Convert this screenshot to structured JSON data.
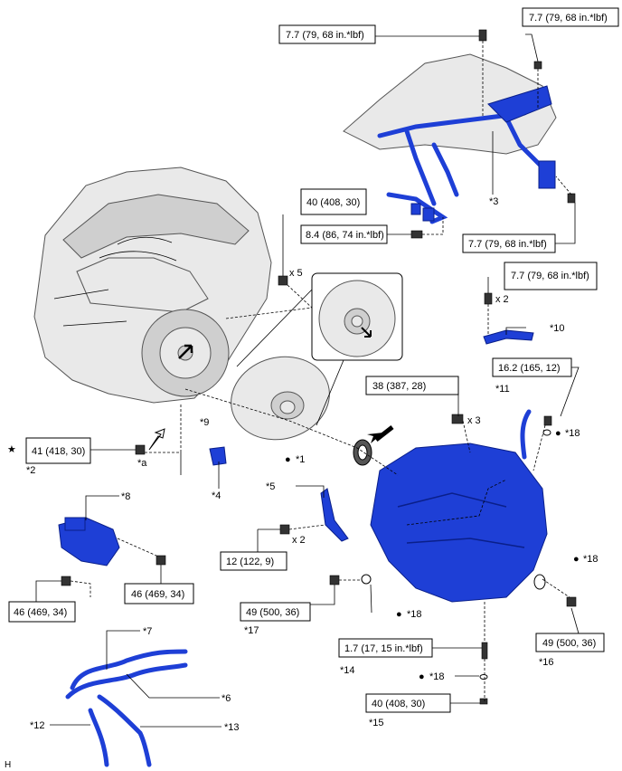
{
  "torque_specs": {
    "t1": "7.7 (79, 68 in.*lbf)",
    "t2": "7.7 (79, 68 in.*lbf)",
    "t3": "40 (408, 30)",
    "t4": "8.4 (86, 74 in.*lbf)",
    "t5": "7.7 (79, 68 in.*lbf)",
    "t6": "7.7 (79, 68 in.*lbf)",
    "t7": "16.2 (165, 12)",
    "t8": "38 (387, 28)",
    "t9": "41 (418, 30)",
    "t10": "12 (122, 9)",
    "t11": "46 (469, 34)",
    "t12": "46 (469, 34)",
    "t13": "49 (500, 36)",
    "t14": "49 (500, 36)",
    "t15": "1.7 (17, 15 in.*lbf)",
    "t16": "40 (408, 30)"
  },
  "part_labels": {
    "p1": "*1",
    "p2": "*2",
    "p3": "*3",
    "p4": "*4",
    "p5": "*5",
    "p6": "*6",
    "p7": "*7",
    "p8": "*8",
    "p9": "*9",
    "p10": "*10",
    "p11": "*11",
    "p12": "*12",
    "p13": "*13",
    "p14": "*14",
    "p15": "*15",
    "p16": "*16",
    "p17": "*17",
    "p18a": "*18",
    "p18b": "*18",
    "p18c": "*18",
    "p18d": "*18",
    "pa": "*a"
  },
  "quantities": {
    "q5": "x 5",
    "q2a": "x 2",
    "q3": "x 3",
    "q2b": "x 2"
  },
  "symbols": {
    "star": "★",
    "dot": "●"
  },
  "corner_letter": "H",
  "colors": {
    "part_blue": "#1e3fd6",
    "engine_gray": "#e9e9e9"
  }
}
